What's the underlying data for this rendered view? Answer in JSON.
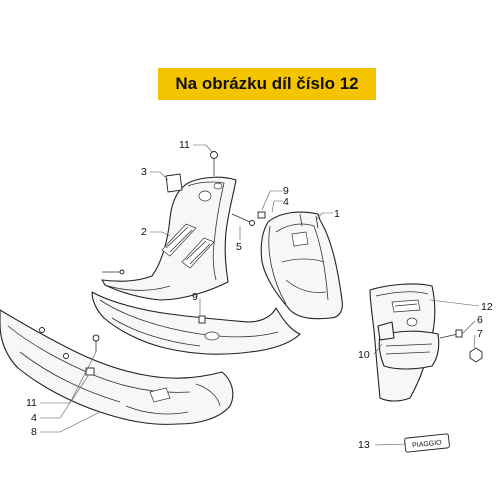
{
  "banner": {
    "text": "Na obrázku díl číslo 12",
    "color": "#f5c400"
  },
  "callouts": {
    "c1": "1",
    "c2": "2",
    "c3": "3",
    "c4a": "4",
    "c4b": "4",
    "c5": "5",
    "c6": "6",
    "c7": "7",
    "c8": "8",
    "c9a": "9",
    "c9b": "9",
    "c10": "10",
    "c11a": "11",
    "c11b": "11",
    "c12": "12",
    "c13": "13"
  },
  "badge": {
    "text": "PIAGGIO"
  },
  "highlighted_part": "12"
}
